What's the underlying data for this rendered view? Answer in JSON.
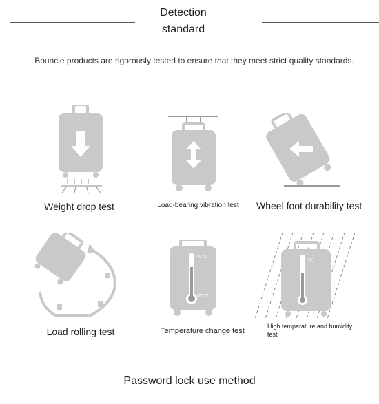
{
  "header": {
    "title": "Detection\nstandard"
  },
  "intro": "Bouncie products are rigorously tested to ensure that they meet strict quality standards.",
  "tests": [
    {
      "icon": "weight-drop-icon",
      "label": "Weight drop test"
    },
    {
      "icon": "vibration-icon",
      "label": "Load-bearing vibration test"
    },
    {
      "icon": "wheel-durability-icon",
      "label": "Wheel foot durability test"
    },
    {
      "icon": "rolling-icon",
      "label": "Load rolling test"
    },
    {
      "icon": "thermometer-icon",
      "label": "Temperature change test",
      "hot": "40°C",
      "cold": "-20°C"
    },
    {
      "icon": "humidity-icon",
      "label": "High temperature and humidity\ntest",
      "unit": "°C"
    }
  ],
  "footer": {
    "title": "Password lock use method"
  },
  "colors": {
    "icon_fill": "#c9c9c9",
    "icon_dark": "#9a9a9a",
    "line": "#555555"
  }
}
